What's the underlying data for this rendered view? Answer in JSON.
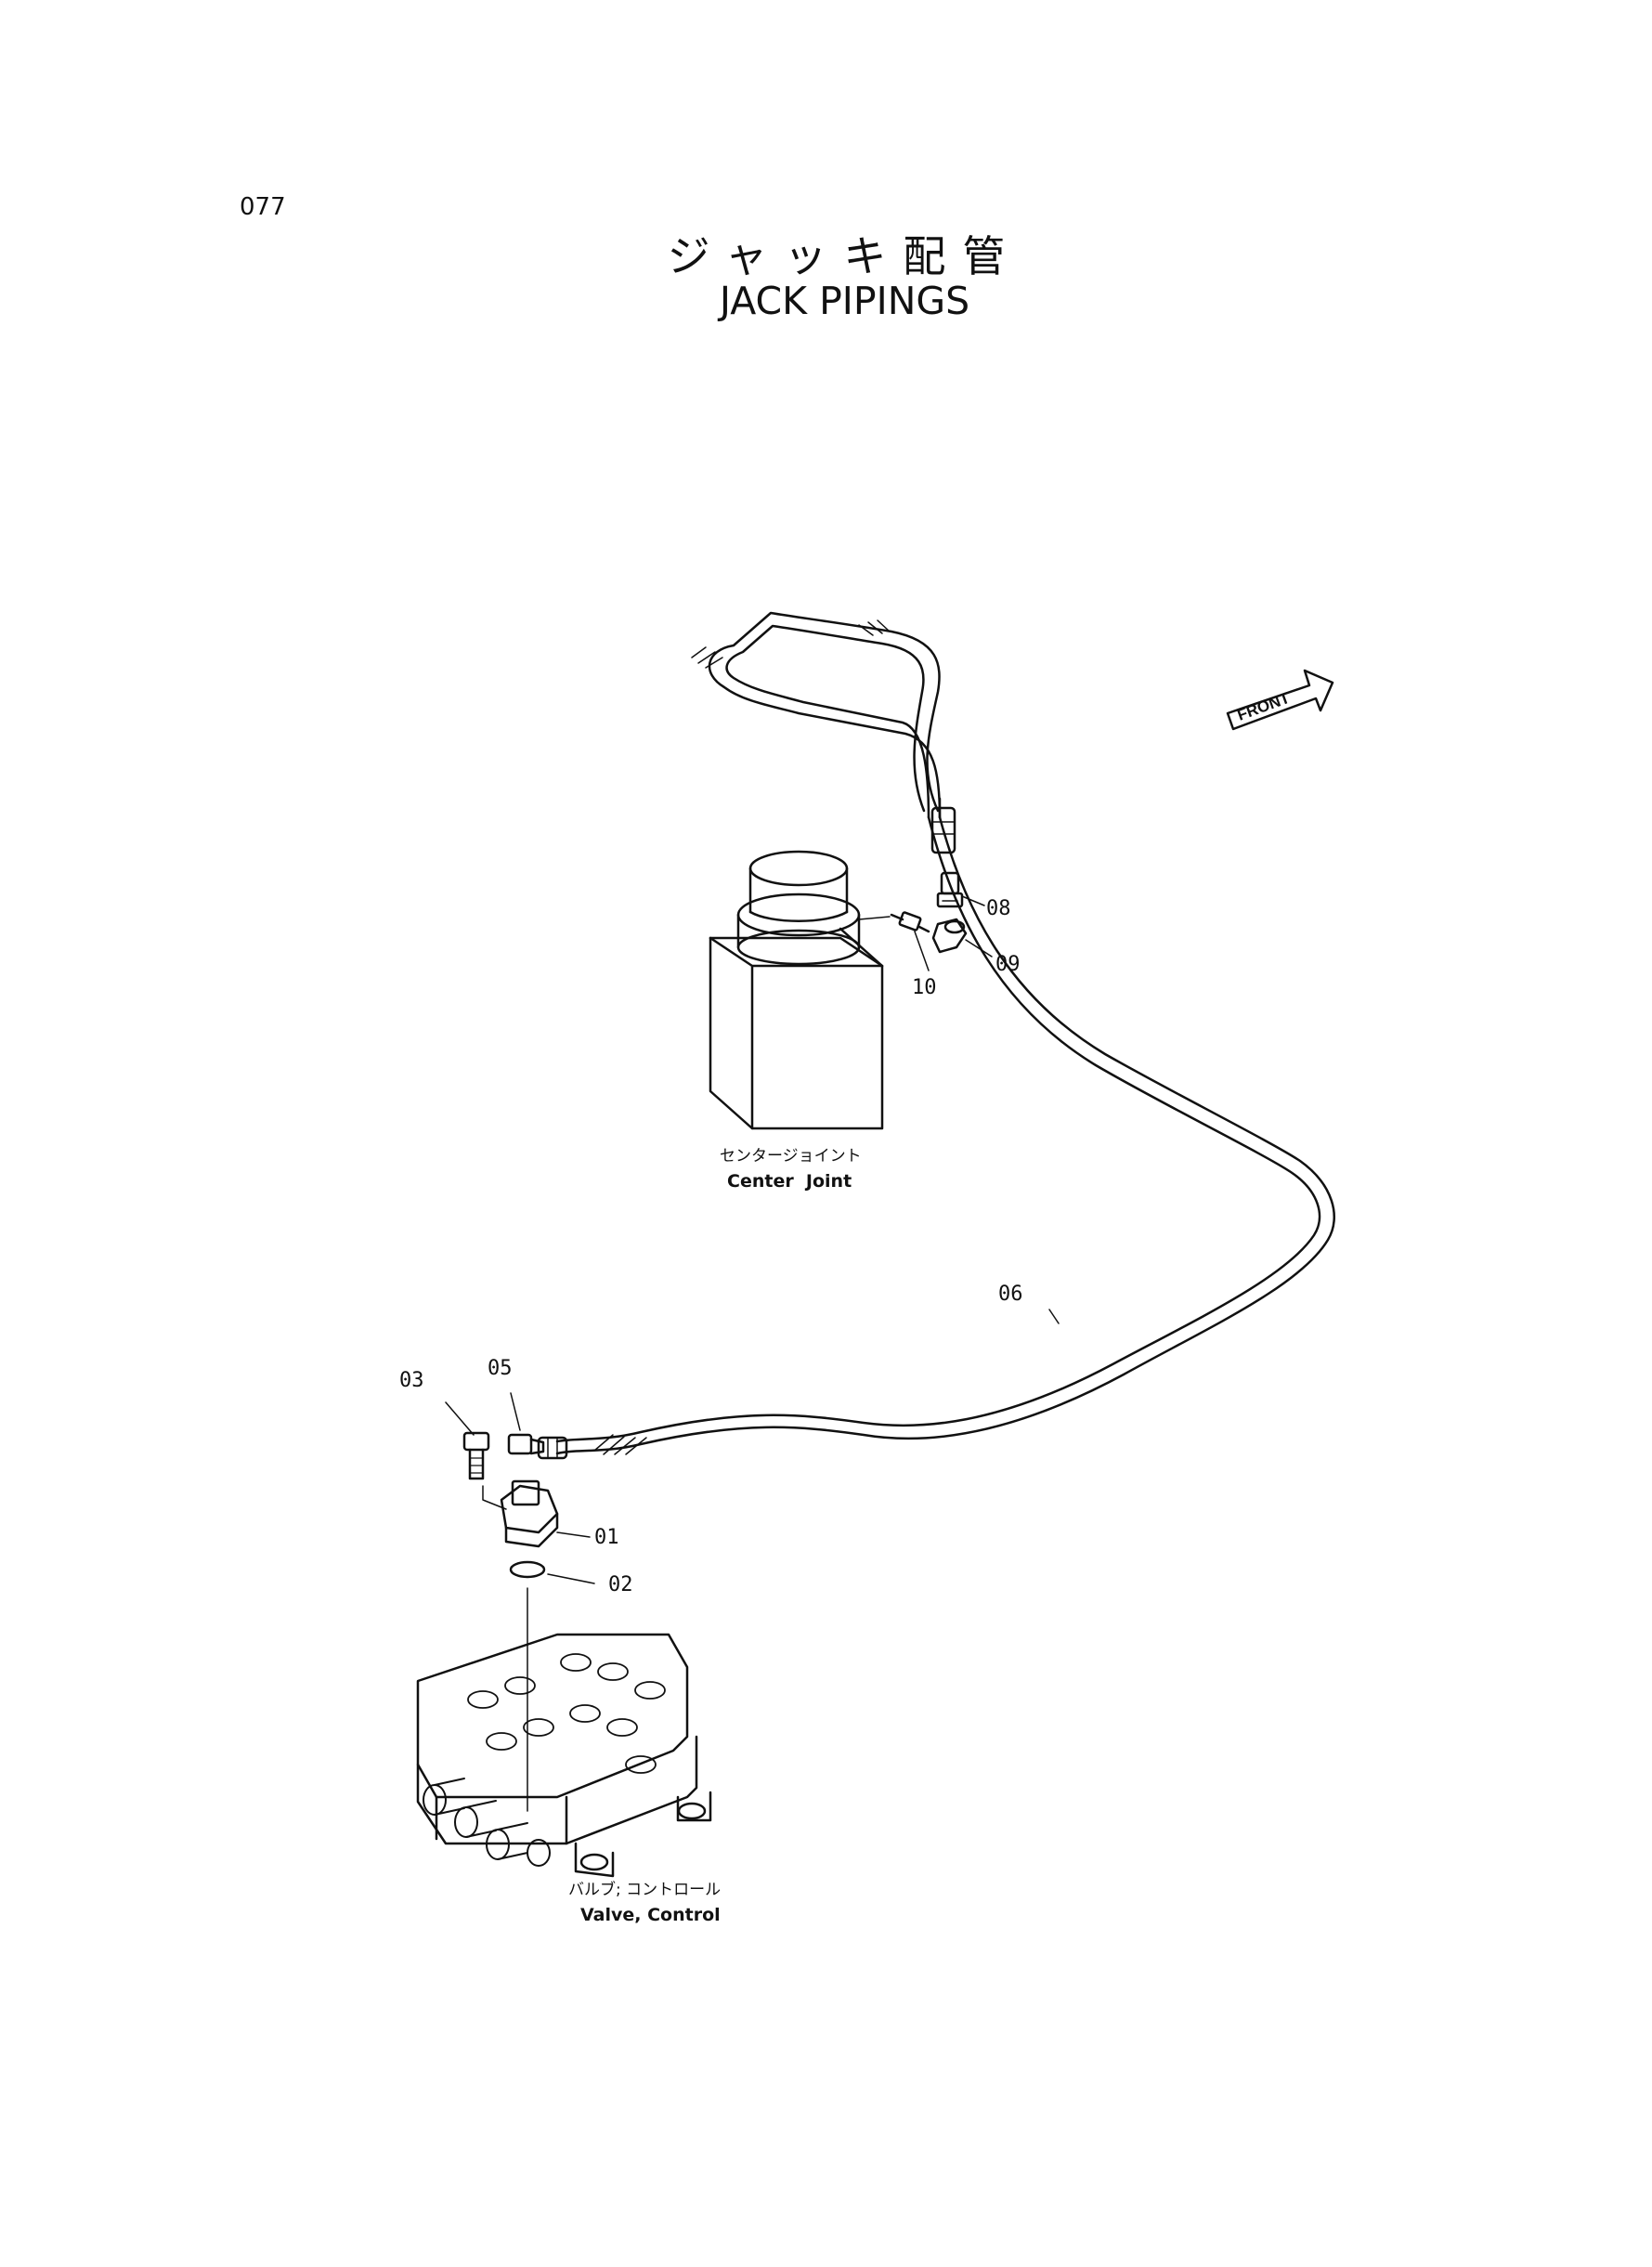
{
  "page_number": "077",
  "title_jp": "ジャッキ配管",
  "title_en": "JACK PIPINGS",
  "front_label": "FRONT",
  "components": {
    "center_joint_jp": "センタージョイント",
    "center_joint_en": "Center  Joint",
    "valve_jp": "バルブ; コントロール",
    "valve_en": "Valve, Control"
  },
  "callouts": {
    "c01": "01",
    "c02": "02",
    "c03": "03",
    "c05": "05",
    "c06": "06",
    "c08": "08",
    "c09": "09",
    "c10": "10"
  }
}
